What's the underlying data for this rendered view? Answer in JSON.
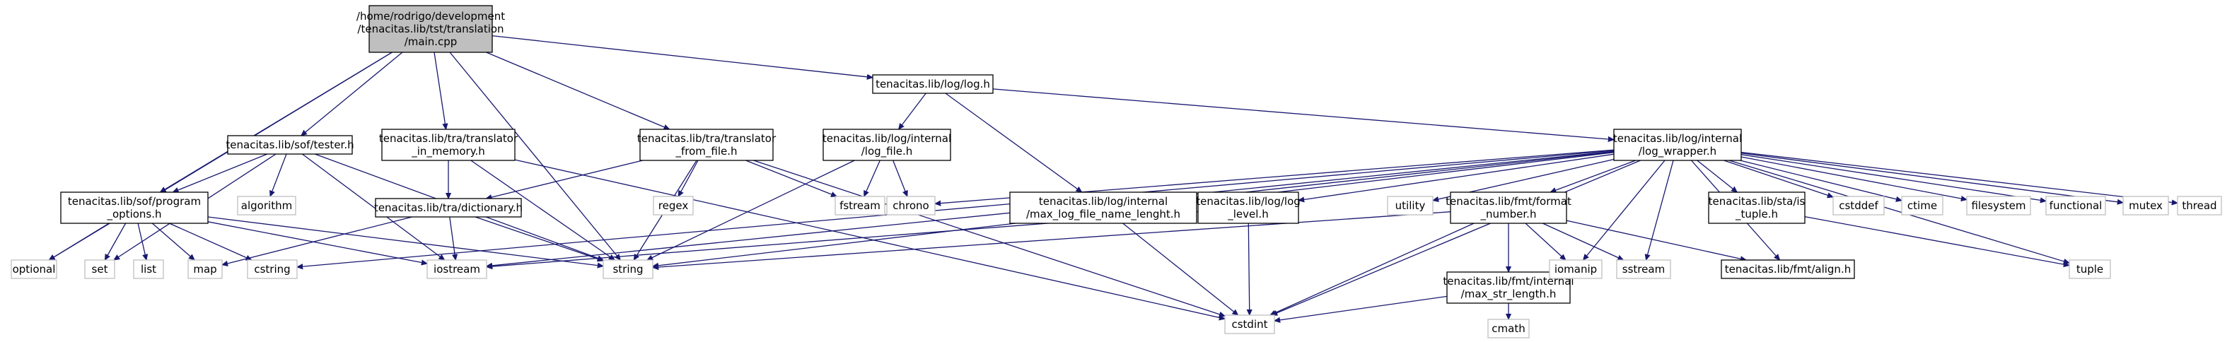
{
  "graph": {
    "type": "include-dependency-graph",
    "colors": {
      "edge": "#191970",
      "root_fill": "#bfbfbf",
      "root_border": "#000000",
      "local_border": "#000000",
      "system_border": "#bfbfbf",
      "background": "#ffffff"
    },
    "nodes": [
      {
        "id": "main",
        "kind": "root",
        "lines": [
          "/home/rodrigo/development",
          "/tenacitas.lib/tst/translation",
          "/main.cpp"
        ]
      },
      {
        "id": "tester",
        "kind": "local",
        "lines": [
          "tenacitas.lib/sof/tester.h"
        ]
      },
      {
        "id": "trans_mem",
        "kind": "local",
        "lines": [
          "tenacitas.lib/tra/translator",
          "_in_memory.h"
        ]
      },
      {
        "id": "trans_file",
        "kind": "local",
        "lines": [
          "tenacitas.lib/tra/translator",
          "_from_file.h"
        ]
      },
      {
        "id": "log_h",
        "kind": "local",
        "lines": [
          "tenacitas.lib/log/log.h"
        ]
      },
      {
        "id": "log_file",
        "kind": "local",
        "lines": [
          "tenacitas.lib/log/internal",
          "/log_file.h"
        ]
      },
      {
        "id": "log_wrapper",
        "kind": "local",
        "lines": [
          "tenacitas.lib/log/internal",
          "/log_wrapper.h"
        ]
      },
      {
        "id": "program_options",
        "kind": "local",
        "lines": [
          "tenacitas.lib/sof/program",
          "_options.h"
        ]
      },
      {
        "id": "dictionary",
        "kind": "local",
        "lines": [
          "tenacitas.lib/tra/dictionary.h"
        ]
      },
      {
        "id": "max_log",
        "kind": "local",
        "lines": [
          "tenacitas.lib/log/internal",
          "/max_log_file_name_lenght.h"
        ]
      },
      {
        "id": "log_level",
        "kind": "local",
        "lines": [
          "tenacitas.lib/log/log",
          "_level.h"
        ]
      },
      {
        "id": "format_number",
        "kind": "local",
        "lines": [
          "tenacitas.lib/fmt/format",
          "_number.h"
        ]
      },
      {
        "id": "is_tuple",
        "kind": "local",
        "lines": [
          "tenacitas.lib/sta/is",
          "_tuple.h"
        ]
      },
      {
        "id": "max_str",
        "kind": "local",
        "lines": [
          "tenacitas.lib/fmt/internal",
          "/max_str_length.h"
        ]
      },
      {
        "id": "align",
        "kind": "local",
        "lines": [
          "tenacitas.lib/fmt/align.h"
        ]
      },
      {
        "id": "optional",
        "kind": "system",
        "lines": [
          "optional"
        ]
      },
      {
        "id": "set",
        "kind": "system",
        "lines": [
          "set"
        ]
      },
      {
        "id": "list",
        "kind": "system",
        "lines": [
          "list"
        ]
      },
      {
        "id": "map",
        "kind": "system",
        "lines": [
          "map"
        ]
      },
      {
        "id": "cstring",
        "kind": "system",
        "lines": [
          "cstring"
        ]
      },
      {
        "id": "iostream",
        "kind": "system",
        "lines": [
          "iostream"
        ]
      },
      {
        "id": "string",
        "kind": "system",
        "lines": [
          "string"
        ]
      },
      {
        "id": "algorithm",
        "kind": "system",
        "lines": [
          "algorithm"
        ]
      },
      {
        "id": "regex",
        "kind": "system",
        "lines": [
          "regex"
        ]
      },
      {
        "id": "fstream",
        "kind": "system",
        "lines": [
          "fstream"
        ]
      },
      {
        "id": "chrono",
        "kind": "system",
        "lines": [
          "chrono"
        ]
      },
      {
        "id": "cstdint",
        "kind": "system",
        "lines": [
          "cstdint"
        ]
      },
      {
        "id": "utility",
        "kind": "system",
        "lines": [
          "utility"
        ]
      },
      {
        "id": "iomanip",
        "kind": "system",
        "lines": [
          "iomanip"
        ]
      },
      {
        "id": "sstream",
        "kind": "system",
        "lines": [
          "sstream"
        ]
      },
      {
        "id": "cmath",
        "kind": "system",
        "lines": [
          "cmath"
        ]
      },
      {
        "id": "cstddef",
        "kind": "system",
        "lines": [
          "cstddef"
        ]
      },
      {
        "id": "ctime",
        "kind": "system",
        "lines": [
          "ctime"
        ]
      },
      {
        "id": "filesystem",
        "kind": "system",
        "lines": [
          "filesystem"
        ]
      },
      {
        "id": "functional",
        "kind": "system",
        "lines": [
          "functional"
        ]
      },
      {
        "id": "mutex",
        "kind": "system",
        "lines": [
          "mutex"
        ]
      },
      {
        "id": "thread",
        "kind": "system",
        "lines": [
          "thread"
        ]
      },
      {
        "id": "tuple",
        "kind": "system",
        "lines": [
          "tuple"
        ]
      }
    ],
    "edges": [
      [
        "main",
        "optional"
      ],
      [
        "main",
        "tester"
      ],
      [
        "main",
        "program_options"
      ],
      [
        "main",
        "trans_mem"
      ],
      [
        "main",
        "string"
      ],
      [
        "main",
        "trans_file"
      ],
      [
        "main",
        "log_h"
      ],
      [
        "tester",
        "program_options"
      ],
      [
        "tester",
        "set"
      ],
      [
        "tester",
        "algorithm"
      ],
      [
        "tester",
        "iostream"
      ],
      [
        "tester",
        "string"
      ],
      [
        "program_options",
        "optional"
      ],
      [
        "program_options",
        "set"
      ],
      [
        "program_options",
        "list"
      ],
      [
        "program_options",
        "map"
      ],
      [
        "program_options",
        "cstring"
      ],
      [
        "program_options",
        "iostream"
      ],
      [
        "program_options",
        "string"
      ],
      [
        "trans_mem",
        "dictionary"
      ],
      [
        "trans_mem",
        "string"
      ],
      [
        "trans_mem",
        "cstdint"
      ],
      [
        "trans_file",
        "dictionary"
      ],
      [
        "trans_file",
        "regex"
      ],
      [
        "trans_file",
        "fstream"
      ],
      [
        "trans_file",
        "string"
      ],
      [
        "trans_file",
        "cstdint"
      ],
      [
        "dictionary",
        "map"
      ],
      [
        "dictionary",
        "iostream"
      ],
      [
        "dictionary",
        "string"
      ],
      [
        "log_h",
        "log_file"
      ],
      [
        "log_h",
        "max_log"
      ],
      [
        "log_h",
        "log_wrapper"
      ],
      [
        "log_file",
        "fstream"
      ],
      [
        "log_file",
        "chrono"
      ],
      [
        "log_file",
        "string"
      ],
      [
        "log_wrapper",
        "chrono"
      ],
      [
        "log_wrapper",
        "cstring"
      ],
      [
        "log_wrapper",
        "iostream"
      ],
      [
        "log_wrapper",
        "string"
      ],
      [
        "log_wrapper",
        "max_log"
      ],
      [
        "log_wrapper",
        "log_level"
      ],
      [
        "log_wrapper",
        "utility"
      ],
      [
        "log_wrapper",
        "cstdint"
      ],
      [
        "log_wrapper",
        "format_number"
      ],
      [
        "log_wrapper",
        "iomanip"
      ],
      [
        "log_wrapper",
        "sstream"
      ],
      [
        "log_wrapper",
        "align"
      ],
      [
        "log_wrapper",
        "is_tuple"
      ],
      [
        "log_wrapper",
        "cstddef"
      ],
      [
        "log_wrapper",
        "ctime"
      ],
      [
        "log_wrapper",
        "filesystem"
      ],
      [
        "log_wrapper",
        "functional"
      ],
      [
        "log_wrapper",
        "mutex"
      ],
      [
        "log_wrapper",
        "thread"
      ],
      [
        "log_wrapper",
        "tuple"
      ],
      [
        "max_log",
        "cstdint"
      ],
      [
        "log_level",
        "iostream"
      ],
      [
        "log_level",
        "cstdint"
      ],
      [
        "format_number",
        "max_str"
      ],
      [
        "format_number",
        "iomanip"
      ],
      [
        "format_number",
        "sstream"
      ],
      [
        "format_number",
        "align"
      ],
      [
        "format_number",
        "cstdint"
      ],
      [
        "format_number",
        "string"
      ],
      [
        "max_str",
        "cmath"
      ],
      [
        "max_str",
        "cstdint"
      ],
      [
        "is_tuple",
        "tuple"
      ]
    ]
  }
}
